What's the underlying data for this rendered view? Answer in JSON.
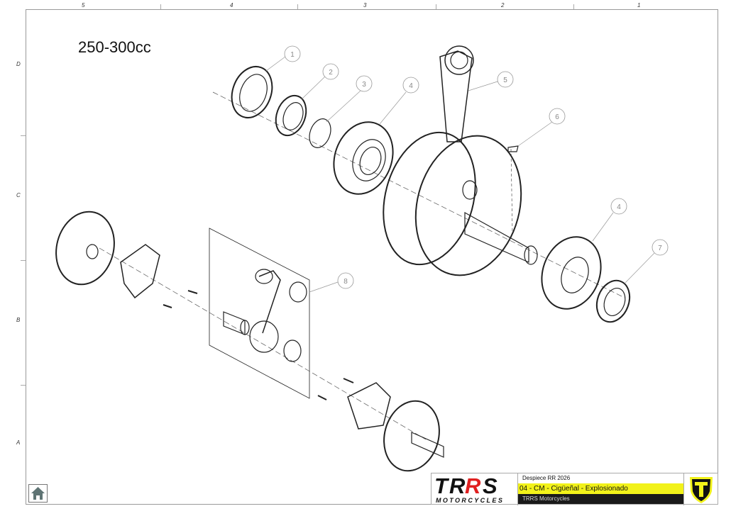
{
  "sheet": {
    "title": "250-300cc",
    "column_labels": [
      "5",
      "4",
      "3",
      "2",
      "1"
    ],
    "row_labels": [
      "D",
      "C",
      "B",
      "A"
    ]
  },
  "callouts": [
    "1",
    "2",
    "3",
    "4",
    "5",
    "6",
    "4",
    "7",
    "8"
  ],
  "title_block": {
    "logo_text": "TRRS",
    "logo_subtext": "MOTORCYCLES",
    "project": "Despiece RR 2026",
    "drawing_name": "04 - CM - Cigüeñal - Explosionado",
    "company": "TRRS Motorcycles",
    "colors": {
      "highlight": "#f2f21a",
      "dark": "#1a1a1a",
      "logo_red": "#e02020"
    }
  },
  "icons": {
    "home": "home-icon",
    "shield": "trrs-shield-logo"
  }
}
